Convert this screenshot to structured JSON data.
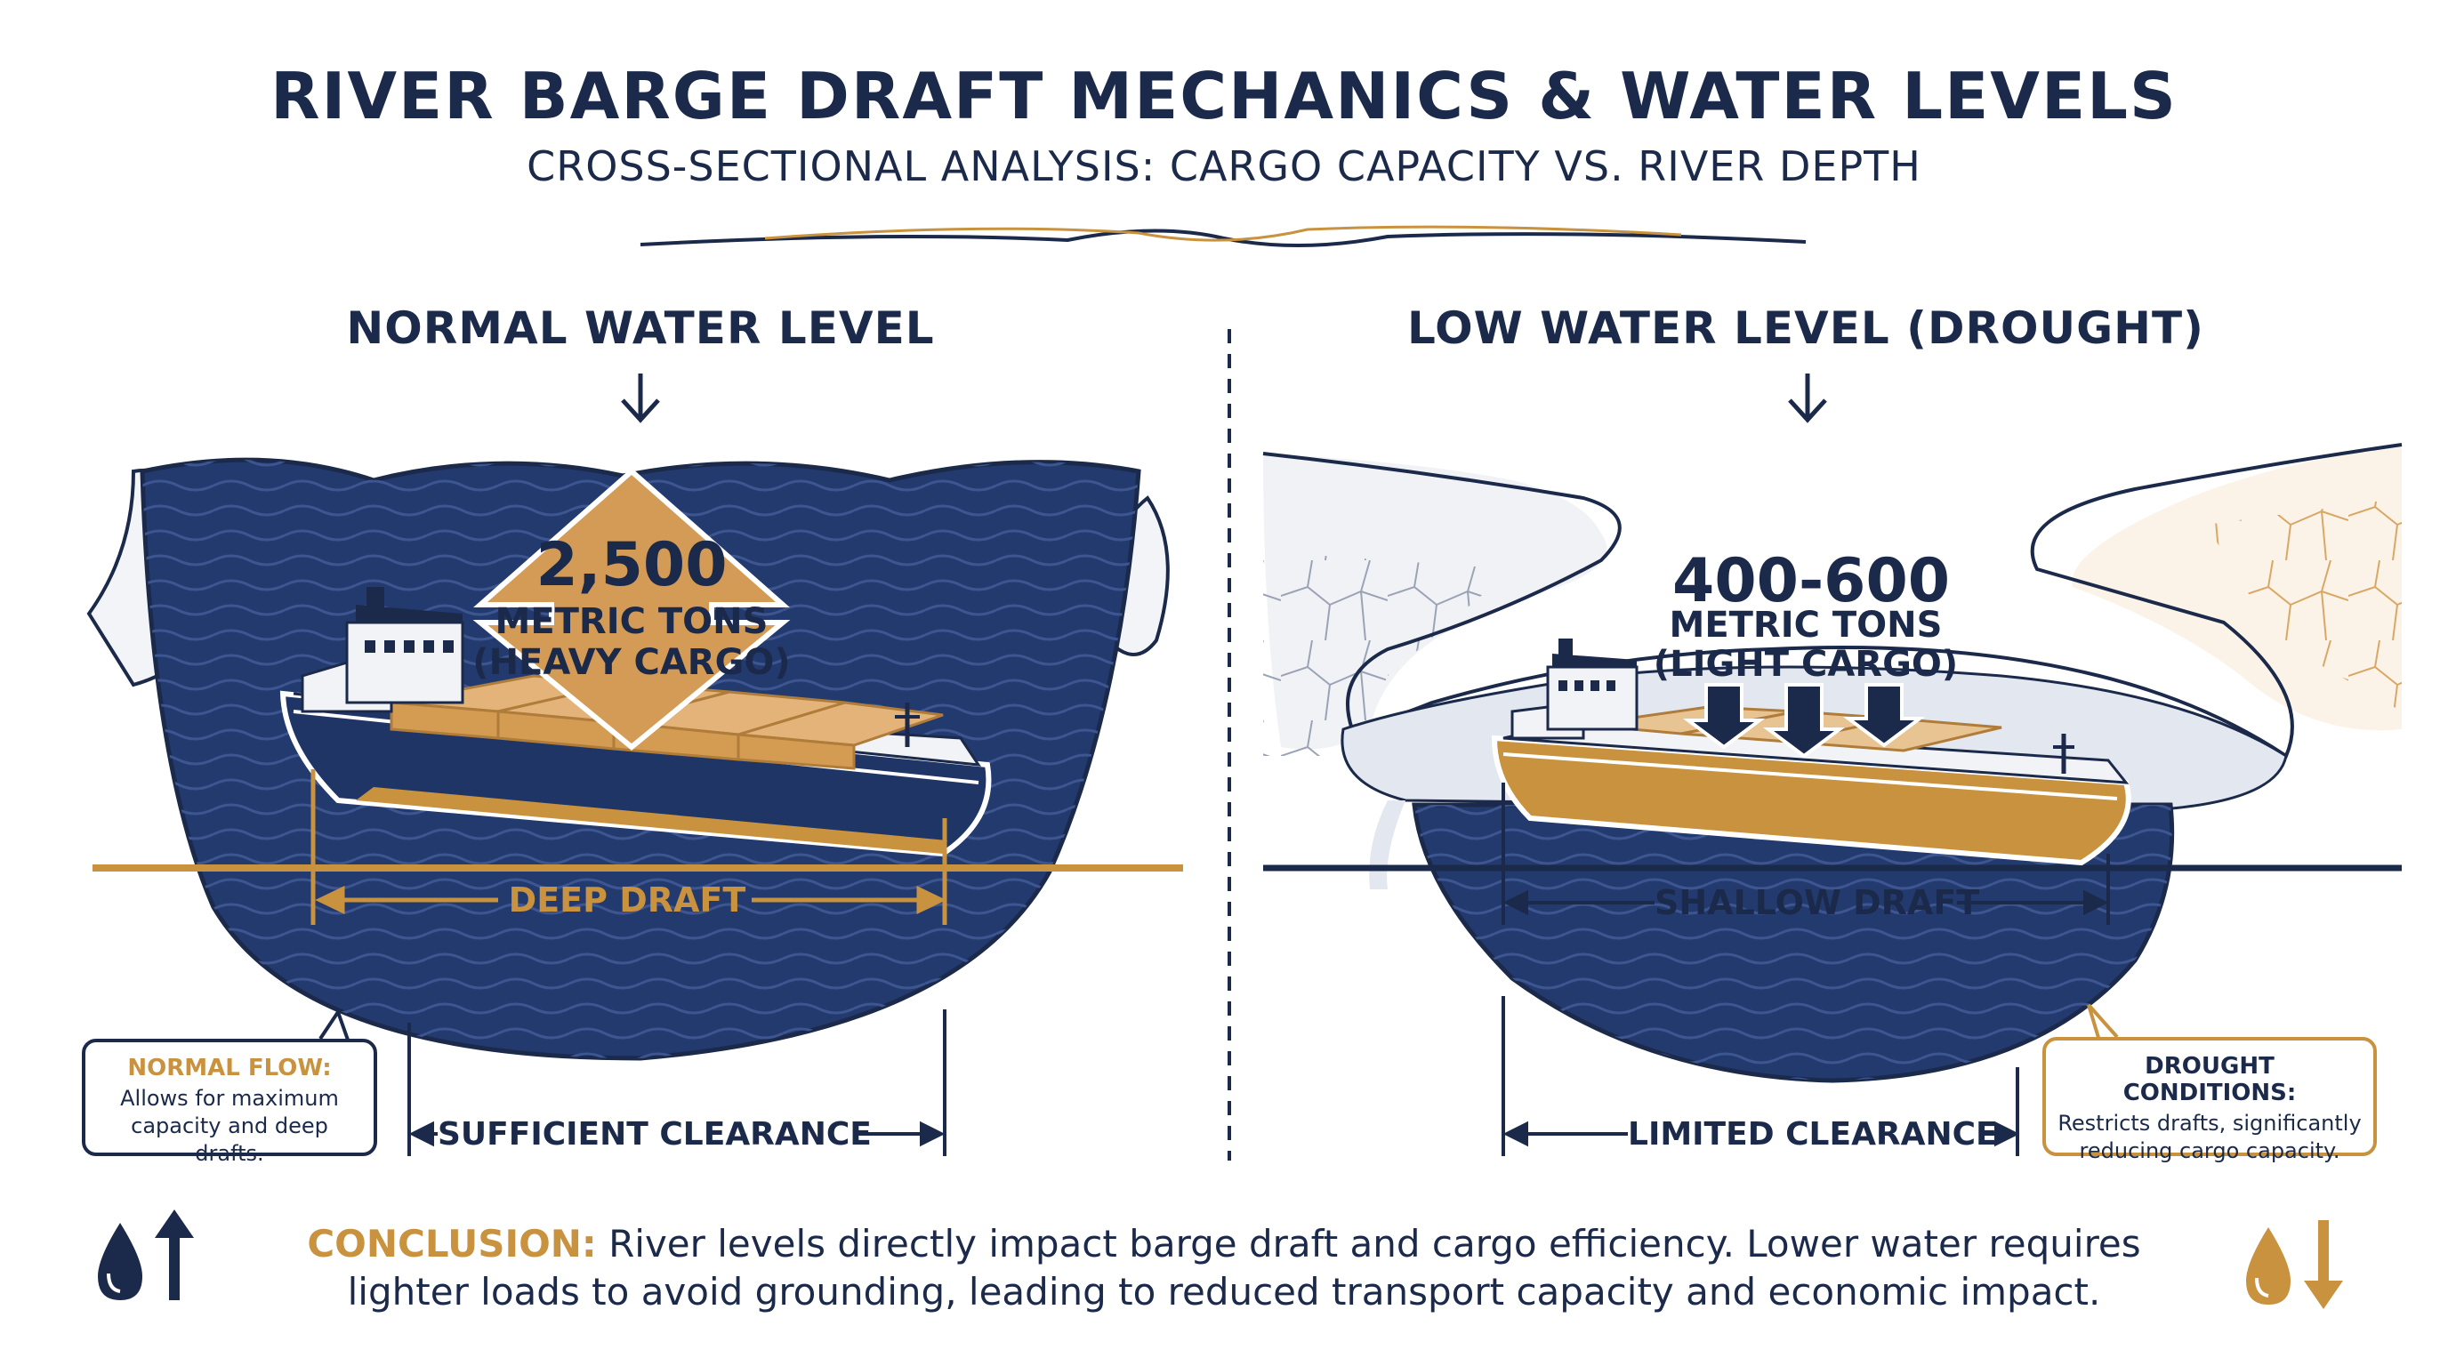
{
  "header": {
    "title": "RIVER BARGE DRAFT MECHANICS & WATER LEVELS",
    "subtitle": "CROSS-SECTIONAL ANALYSIS: CARGO CAPACITY VS. RIVER DEPTH"
  },
  "left_panel": {
    "heading": "NORMAL WATER LEVEL",
    "cargo_amount": "2,500",
    "cargo_unit": "METRIC TONS",
    "cargo_type": "(HEAVY CARGO)",
    "draft_label": "DEEP DRAFT",
    "clearance_label": "SUFFICIENT CLEARANCE",
    "note_title": "NORMAL FLOW:",
    "note_body_1": "Allows for maximum",
    "note_body_2": "capacity and deep drafts."
  },
  "right_panel": {
    "heading": "LOW WATER LEVEL (DROUGHT)",
    "cargo_amount": "400-600",
    "cargo_unit": "METRIC TONS",
    "cargo_type": "(LIGHT CARGO)",
    "draft_label": "SHALLOW DRAFT",
    "clearance_label": "LIMITED CLEARANCE",
    "note_title": "DROUGHT CONDITIONS:",
    "note_body_1": "Restricts drafts, significantly",
    "note_body_2": "reducing cargo capacity."
  },
  "conclusion": {
    "lead": "CONCLUSION:",
    "line_1": "River levels directly impact barge draft and cargo efficiency. Lower water requires",
    "line_2": "lighter loads to avoid grounding, leading to reduced transport capacity and economic impact."
  },
  "icons": {
    "left": "water-drop-up-arrow-icon",
    "right": "water-drop-down-arrow-icon"
  },
  "colors": {
    "navy": "#1b2a4a",
    "water": "#2b3f73",
    "gold": "#c8923f",
    "light_gray": "#e9ecf2"
  }
}
